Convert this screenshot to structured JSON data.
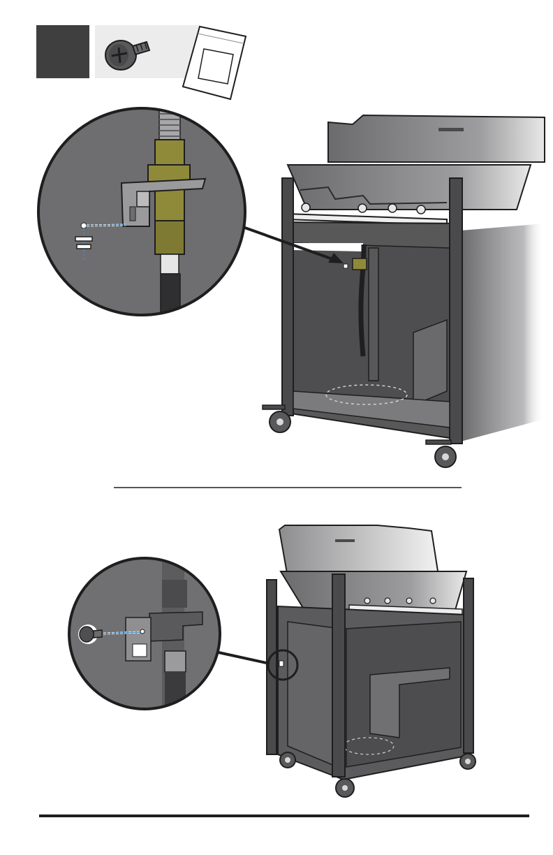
{
  "step": {
    "number": "",
    "badge_color": "#3f3f40"
  },
  "hardware": {
    "screw_icon": "phillips-screw-icon",
    "bag_icon": "hardware-bag-icon",
    "panel_color": "#ececec"
  },
  "figures": [
    {
      "id": "figure-1",
      "subject": "grill-cart-regulator-bracket",
      "callout": "zoom-circle-regulator-bracket"
    },
    {
      "id": "figure-2",
      "subject": "grill-cart-screw-insertion",
      "callout": "zoom-circle-screw-insertion"
    }
  ],
  "colors": {
    "cart_dark": "#4a4a4c",
    "cart_mid": "#6d6d6f",
    "cart_light": "#bdbdbf",
    "brass": "#8f8a3a",
    "hose": "#2f2f31",
    "dash_blue": "#3a8fd6",
    "outline": "#1e1e1e"
  }
}
